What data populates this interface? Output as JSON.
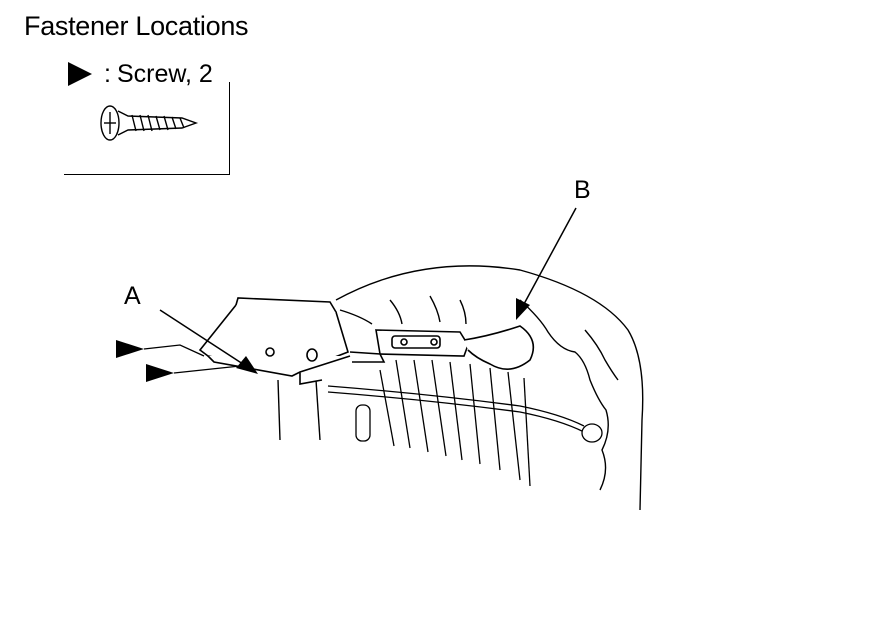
{
  "title": "Fastener Locations",
  "legend": {
    "symbol_icon": "solid-right-triangle-icon",
    "colon": ":",
    "label": "Screw, 2",
    "fastener_icon": "screw-icon"
  },
  "callouts": {
    "a": "A",
    "b": "B"
  },
  "colors": {
    "line": "#000000",
    "background": "#ffffff"
  }
}
